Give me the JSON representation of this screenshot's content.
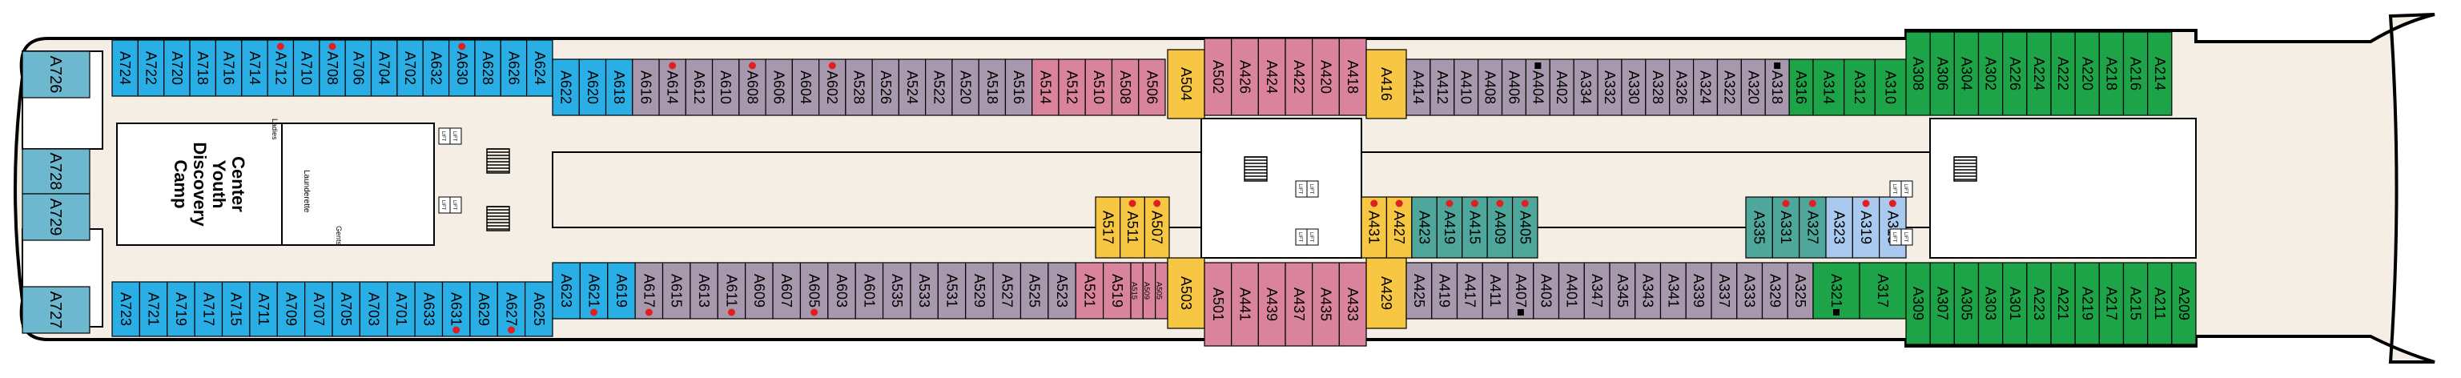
{
  "colors": {
    "blue": "#2aaee6",
    "purple": "#a898ae",
    "pink": "#d9849c",
    "yellow": "#f7c744",
    "teal": "#4fa69a",
    "lightblue": "#a9c9ef",
    "green": "#1ea448",
    "corridor": "#f4eee4",
    "aft_room": "#6db7cf",
    "dot": "#e02020",
    "hull": "#000000"
  },
  "labels": {
    "youth_center": [
      "Camp",
      "Discovery",
      "Youth",
      "Center"
    ],
    "launderette": "Launderette",
    "ladies": "Ladies",
    "gents": "Gents",
    "lift": "LIFT"
  },
  "rows": {
    "top": [
      {
        "id": "A724",
        "c": "blue"
      },
      {
        "id": "A722",
        "c": "blue"
      },
      {
        "id": "A720",
        "c": "blue"
      },
      {
        "id": "A718",
        "c": "blue"
      },
      {
        "id": "A716",
        "c": "blue"
      },
      {
        "id": "A714",
        "c": "blue"
      },
      {
        "id": "A712",
        "c": "blue",
        "dot": true
      },
      {
        "id": "A710",
        "c": "blue"
      },
      {
        "id": "A708",
        "c": "blue",
        "dot": true
      },
      {
        "id": "A706",
        "c": "blue"
      },
      {
        "id": "A704",
        "c": "blue"
      },
      {
        "id": "A702",
        "c": "blue"
      },
      {
        "id": "A632",
        "c": "blue"
      },
      {
        "id": "A630",
        "c": "blue",
        "dot": true
      },
      {
        "id": "A628",
        "c": "blue"
      },
      {
        "id": "A626",
        "c": "blue"
      },
      {
        "id": "A624",
        "c": "blue"
      },
      {
        "id": "A622",
        "c": "blue"
      },
      {
        "id": "A620",
        "c": "blue"
      },
      {
        "id": "A618",
        "c": "blue"
      },
      {
        "id": "A616",
        "c": "purple"
      },
      {
        "id": "A614",
        "c": "purple",
        "dot": true
      },
      {
        "id": "A612",
        "c": "purple"
      },
      {
        "id": "A610",
        "c": "purple"
      },
      {
        "id": "A608",
        "c": "purple",
        "dot": true
      },
      {
        "id": "A606",
        "c": "purple"
      },
      {
        "id": "A604",
        "c": "purple"
      },
      {
        "id": "A602",
        "c": "purple",
        "dot": true
      },
      {
        "id": "A528",
        "c": "purple"
      },
      {
        "id": "A526",
        "c": "purple"
      },
      {
        "id": "A524",
        "c": "purple"
      },
      {
        "id": "A522",
        "c": "purple"
      },
      {
        "id": "A520",
        "c": "purple"
      },
      {
        "id": "A518",
        "c": "purple"
      },
      {
        "id": "A516",
        "c": "purple"
      },
      {
        "id": "A514",
        "c": "pink"
      },
      {
        "id": "A512",
        "c": "pink"
      },
      {
        "id": "A510",
        "c": "pink"
      },
      {
        "id": "A508",
        "c": "pink"
      },
      {
        "id": "A506",
        "c": "pink"
      },
      {
        "id": "A504",
        "c": "yellow"
      },
      {
        "id": "A502",
        "c": "pink"
      },
      {
        "id": "A426",
        "c": "pink"
      },
      {
        "id": "A424",
        "c": "pink"
      },
      {
        "id": "A422",
        "c": "pink"
      },
      {
        "id": "A420",
        "c": "pink"
      },
      {
        "id": "A418",
        "c": "pink"
      },
      {
        "id": "A416",
        "c": "yellow"
      },
      {
        "id": "A414",
        "c": "purple"
      },
      {
        "id": "A412",
        "c": "purple"
      },
      {
        "id": "A410",
        "c": "purple"
      },
      {
        "id": "A408",
        "c": "purple"
      },
      {
        "id": "A406",
        "c": "purple"
      },
      {
        "id": "A404",
        "c": "purple",
        "sq": true
      },
      {
        "id": "A402",
        "c": "purple"
      },
      {
        "id": "A334",
        "c": "purple"
      },
      {
        "id": "A332",
        "c": "purple"
      },
      {
        "id": "A330",
        "c": "purple"
      },
      {
        "id": "A328",
        "c": "purple"
      },
      {
        "id": "A326",
        "c": "purple"
      },
      {
        "id": "A324",
        "c": "purple"
      },
      {
        "id": "A322",
        "c": "purple"
      },
      {
        "id": "A320",
        "c": "purple"
      },
      {
        "id": "A318",
        "c": "purple",
        "sq": true
      },
      {
        "id": "A316",
        "c": "green"
      },
      {
        "id": "A314",
        "c": "green"
      },
      {
        "id": "A312",
        "c": "green"
      },
      {
        "id": "A310",
        "c": "green"
      },
      {
        "id": "A308",
        "c": "green"
      },
      {
        "id": "A306",
        "c": "green"
      },
      {
        "id": "A304",
        "c": "green"
      },
      {
        "id": "A302",
        "c": "green"
      },
      {
        "id": "A226",
        "c": "green"
      },
      {
        "id": "A224",
        "c": "green"
      },
      {
        "id": "A222",
        "c": "green"
      },
      {
        "id": "A220",
        "c": "green"
      },
      {
        "id": "A218",
        "c": "green"
      },
      {
        "id": "A216",
        "c": "green"
      },
      {
        "id": "A214",
        "c": "green"
      }
    ],
    "bottom": [
      {
        "id": "A723",
        "c": "blue"
      },
      {
        "id": "A721",
        "c": "blue"
      },
      {
        "id": "A719",
        "c": "blue"
      },
      {
        "id": "A717",
        "c": "blue"
      },
      {
        "id": "A715",
        "c": "blue"
      },
      {
        "id": "A711",
        "c": "blue"
      },
      {
        "id": "A709",
        "c": "blue"
      },
      {
        "id": "A707",
        "c": "blue"
      },
      {
        "id": "A705",
        "c": "blue"
      },
      {
        "id": "A703",
        "c": "blue"
      },
      {
        "id": "A701",
        "c": "blue"
      },
      {
        "id": "A633",
        "c": "blue"
      },
      {
        "id": "A631",
        "c": "blue",
        "dot": true
      },
      {
        "id": "A629",
        "c": "blue"
      },
      {
        "id": "A627",
        "c": "blue",
        "dot": true
      },
      {
        "id": "A625",
        "c": "blue"
      },
      {
        "id": "A623",
        "c": "blue"
      },
      {
        "id": "A621",
        "c": "blue",
        "dot": true
      },
      {
        "id": "A619",
        "c": "blue"
      },
      {
        "id": "A617",
        "c": "purple",
        "dot": true
      },
      {
        "id": "A615",
        "c": "purple"
      },
      {
        "id": "A613",
        "c": "purple"
      },
      {
        "id": "A611",
        "c": "purple",
        "dot": true
      },
      {
        "id": "A609",
        "c": "purple"
      },
      {
        "id": "A607",
        "c": "purple"
      },
      {
        "id": "A605",
        "c": "purple",
        "dot": true
      },
      {
        "id": "A603",
        "c": "purple"
      },
      {
        "id": "A601",
        "c": "purple"
      },
      {
        "id": "A535",
        "c": "purple"
      },
      {
        "id": "A533",
        "c": "purple"
      },
      {
        "id": "A531",
        "c": "purple"
      },
      {
        "id": "A529",
        "c": "purple"
      },
      {
        "id": "A527",
        "c": "purple"
      },
      {
        "id": "A525",
        "c": "purple"
      },
      {
        "id": "A523",
        "c": "purple"
      },
      {
        "id": "A521",
        "c": "pink"
      },
      {
        "id": "A519",
        "c": "pink"
      },
      {
        "id": "A515",
        "c": "pink"
      },
      {
        "id": "A509",
        "c": "pink"
      },
      {
        "id": "A505",
        "c": "pink"
      },
      {
        "id": "A503",
        "c": "yellow"
      },
      {
        "id": "A501",
        "c": "pink"
      },
      {
        "id": "A441",
        "c": "pink"
      },
      {
        "id": "A439",
        "c": "pink"
      },
      {
        "id": "A437",
        "c": "pink"
      },
      {
        "id": "A435",
        "c": "pink"
      },
      {
        "id": "A433",
        "c": "pink"
      },
      {
        "id": "A429",
        "c": "yellow"
      },
      {
        "id": "A425",
        "c": "purple"
      },
      {
        "id": "A419",
        "c": "purple"
      },
      {
        "id": "A417",
        "c": "purple"
      },
      {
        "id": "A411",
        "c": "purple"
      },
      {
        "id": "A407",
        "c": "purple",
        "sq": true
      },
      {
        "id": "A403",
        "c": "purple"
      },
      {
        "id": "A401",
        "c": "purple"
      },
      {
        "id": "A347",
        "c": "purple"
      },
      {
        "id": "A345",
        "c": "purple"
      },
      {
        "id": "A343",
        "c": "purple"
      },
      {
        "id": "A341",
        "c": "purple"
      },
      {
        "id": "A339",
        "c": "purple"
      },
      {
        "id": "A337",
        "c": "purple"
      },
      {
        "id": "A333",
        "c": "purple"
      },
      {
        "id": "A329",
        "c": "purple"
      },
      {
        "id": "A325",
        "c": "purple"
      },
      {
        "id": "A321",
        "c": "green",
        "sq": true
      },
      {
        "id": "A317",
        "c": "green"
      },
      {
        "id": "A309",
        "c": "green"
      },
      {
        "id": "A307",
        "c": "green"
      },
      {
        "id": "A305",
        "c": "green"
      },
      {
        "id": "A303",
        "c": "green"
      },
      {
        "id": "A301",
        "c": "green"
      },
      {
        "id": "A223",
        "c": "green"
      },
      {
        "id": "A221",
        "c": "green"
      },
      {
        "id": "A219",
        "c": "green"
      },
      {
        "id": "A217",
        "c": "green"
      },
      {
        "id": "A215",
        "c": "green"
      },
      {
        "id": "A211",
        "c": "green"
      },
      {
        "id": "A209",
        "c": "green"
      }
    ],
    "inner": [
      {
        "id": "A517",
        "c": "yellow"
      },
      {
        "id": "A511",
        "c": "yellow",
        "dot": true
      },
      {
        "id": "A507",
        "c": "yellow",
        "dot": true
      },
      {
        "id": "A431",
        "c": "yellow",
        "dot": true
      },
      {
        "id": "A427",
        "c": "yellow",
        "dot": true
      },
      {
        "id": "A423",
        "c": "teal"
      },
      {
        "id": "A419",
        "c": "teal",
        "dot": true
      },
      {
        "id": "A415",
        "c": "teal",
        "dot": true
      },
      {
        "id": "A409",
        "c": "teal",
        "dot": true
      },
      {
        "id": "A405",
        "c": "teal",
        "dot": true
      },
      {
        "id": "A335",
        "c": "teal"
      },
      {
        "id": "A331",
        "c": "teal",
        "dot": true
      },
      {
        "id": "A327",
        "c": "teal",
        "dot": true
      },
      {
        "id": "A323",
        "c": "lightblue"
      },
      {
        "id": "A319",
        "c": "lightblue",
        "dot": true
      },
      {
        "id": "A315",
        "c": "lightblue",
        "dot": true
      }
    ],
    "aft": [
      "A726",
      "A728",
      "A729",
      "A727"
    ]
  }
}
